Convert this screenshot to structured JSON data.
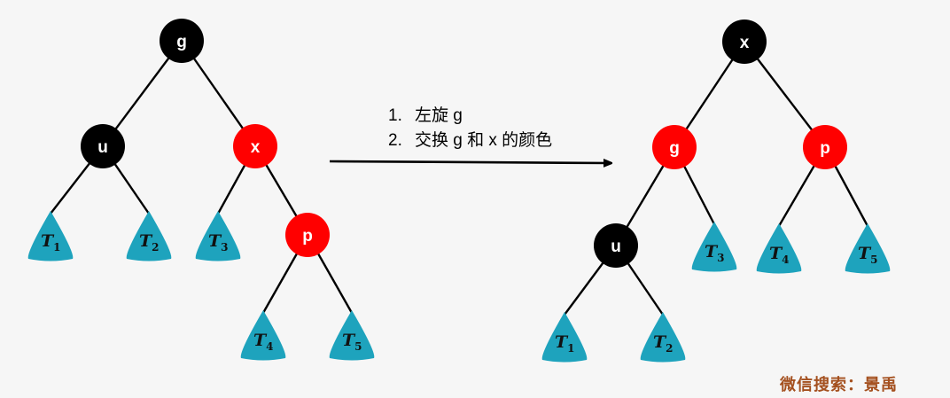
{
  "steps": [
    {
      "num": "1.",
      "text": "左旋 g"
    },
    {
      "num": "2.",
      "text": "交换 g 和 x 的颜色"
    }
  ],
  "watermark": "微信搜索：景禹",
  "colors": {
    "black_node": "#000000",
    "red_node": "#ff0000",
    "subtree": "#1ea3bd",
    "edge": "#000000",
    "background": "#f6f6f6"
  },
  "before": {
    "nodes": [
      {
        "id": "g",
        "label": "g",
        "color": "black"
      },
      {
        "id": "u",
        "label": "u",
        "color": "black"
      },
      {
        "id": "x",
        "label": "x",
        "color": "red"
      },
      {
        "id": "p",
        "label": "p",
        "color": "red"
      }
    ],
    "subtrees": [
      {
        "id": "T1",
        "label": "T",
        "sub": "1"
      },
      {
        "id": "T2",
        "label": "T",
        "sub": "2"
      },
      {
        "id": "T3",
        "label": "T",
        "sub": "3"
      },
      {
        "id": "T4",
        "label": "T",
        "sub": "4"
      },
      {
        "id": "T5",
        "label": "T",
        "sub": "5"
      }
    ]
  },
  "after": {
    "nodes": [
      {
        "id": "x",
        "label": "x",
        "color": "black"
      },
      {
        "id": "g",
        "label": "g",
        "color": "red"
      },
      {
        "id": "p",
        "label": "p",
        "color": "red"
      },
      {
        "id": "u",
        "label": "u",
        "color": "black"
      }
    ],
    "subtrees": [
      {
        "id": "T1",
        "label": "T",
        "sub": "1"
      },
      {
        "id": "T2",
        "label": "T",
        "sub": "2"
      },
      {
        "id": "T3",
        "label": "T",
        "sub": "3"
      },
      {
        "id": "T4",
        "label": "T",
        "sub": "4"
      },
      {
        "id": "T5",
        "label": "T",
        "sub": "5"
      }
    ]
  }
}
